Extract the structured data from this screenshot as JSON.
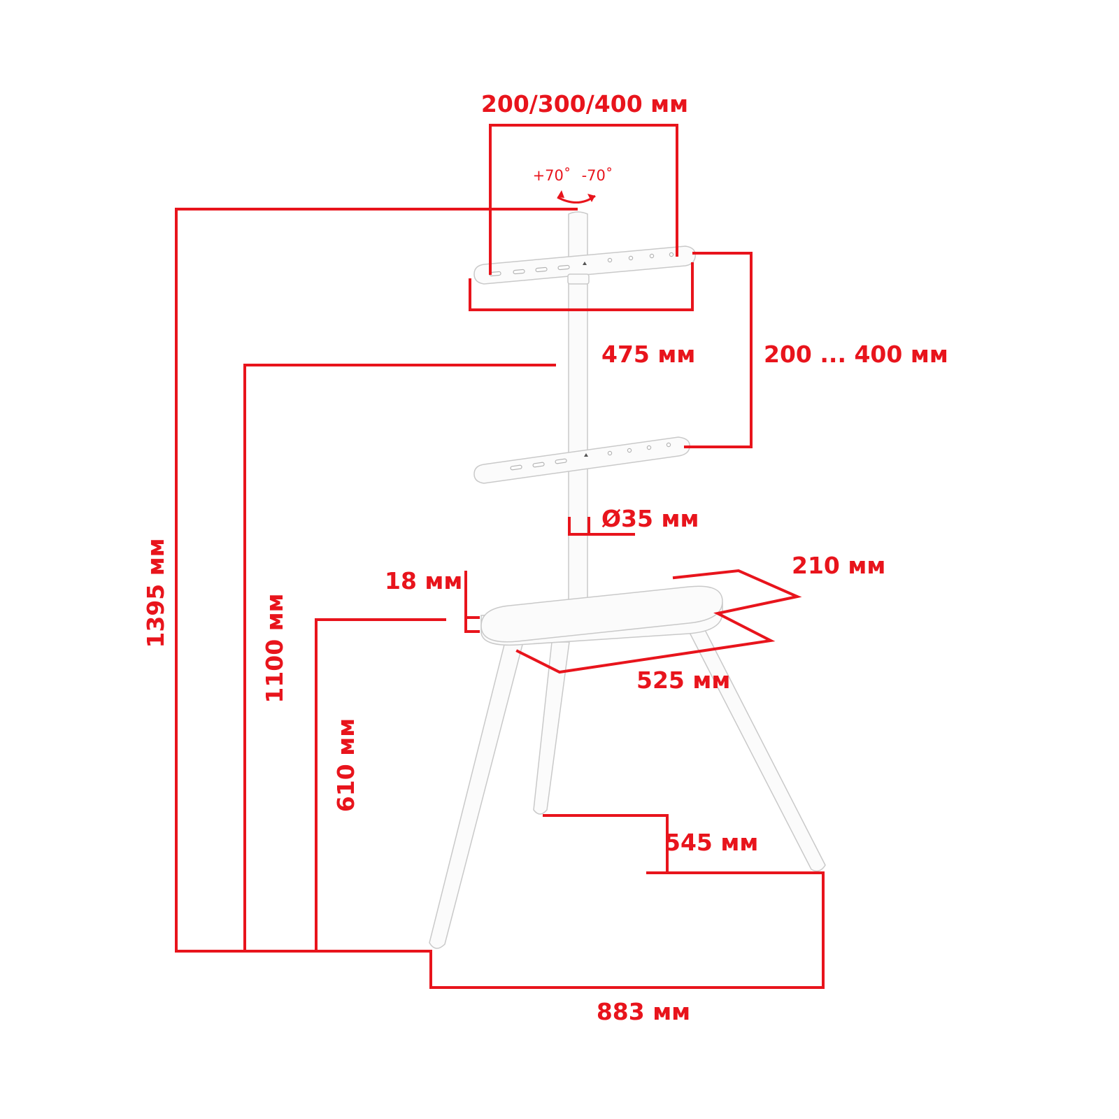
{
  "colors": {
    "dimension": "#e8141c",
    "product": "#fbfbfb",
    "outline": "#c9c9c9"
  },
  "product": {
    "icon": "tv-easel-stand-icon"
  },
  "dimensions": {
    "vesa_width": "200/300/400 мм",
    "tilt_plus": "+70˚",
    "tilt_minus": "-70˚",
    "pole_height": "475 мм",
    "bracket_spacing": "200 ... 400 мм",
    "pole_diameter": "Ø35 мм",
    "shelf_thickness": "18 мм",
    "shelf_depth": "210 мм",
    "shelf_width": "525 мм",
    "total_height": "1395 мм",
    "top_bracket_height": "1100 мм",
    "shelf_height": "610 мм",
    "rear_leg_offset": "545 мм",
    "base_width": "883 мм"
  }
}
